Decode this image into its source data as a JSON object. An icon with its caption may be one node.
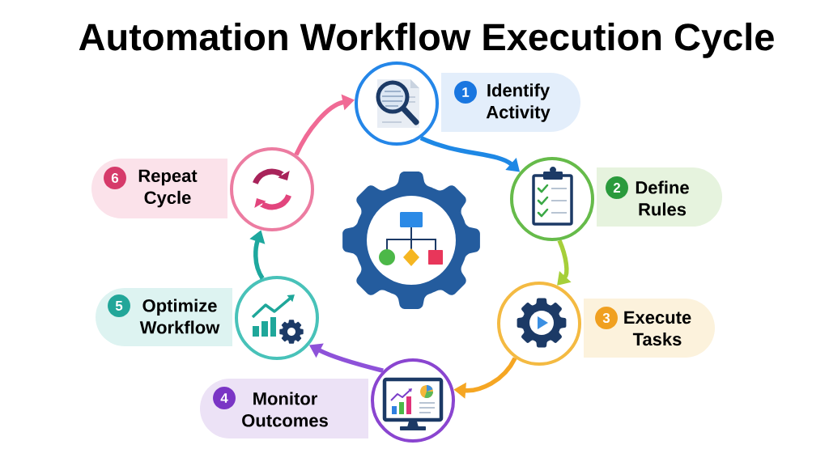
{
  "diagram": {
    "title": "Automation Workflow Execution Cycle",
    "nodes": [
      {
        "text": [],
        "shape": "circle"
      },
      {
        "text": [
          "1",
          "Identify Activity"
        ]
      },
      {
        "text": [],
        "shape": "circle"
      },
      {
        "text": [
          "2",
          "Define Rules"
        ]
      },
      {
        "text": [],
        "shape": "circle"
      },
      {
        "text": [
          "3",
          "Execute Tasks"
        ]
      },
      {
        "text": [],
        "shape": "circle"
      },
      {
        "text": [
          "4",
          "Monitor Outcomes"
        ]
      },
      {
        "text": [],
        "shape": "circle"
      },
      {
        "text": [
          "5",
          "Optimize Workflow"
        ]
      },
      {
        "text": [],
        "shape": "circle"
      },
      {
        "text": [
          "6",
          "Repeat Cycle"
        ]
      }
    ],
    "edges": [
      {
        "from": 0,
        "to": 2,
        "arrow": "to",
        "color": "#1e88e5"
      },
      {
        "from": 2,
        "to": 4,
        "arrow": "to",
        "color": "#a6cf3a"
      },
      {
        "from": 4,
        "to": 6,
        "arrow": "to",
        "color": "#f5a623"
      },
      {
        "from": 6,
        "to": 8,
        "arrow": "to",
        "color": "#8e52d9"
      },
      {
        "from": 8,
        "to": 10,
        "arrow": "to",
        "color": "#1ea89e"
      },
      {
        "from": 10,
        "to": 0,
        "arrow": "to",
        "color": "#f06a95"
      }
    ]
  }
}
